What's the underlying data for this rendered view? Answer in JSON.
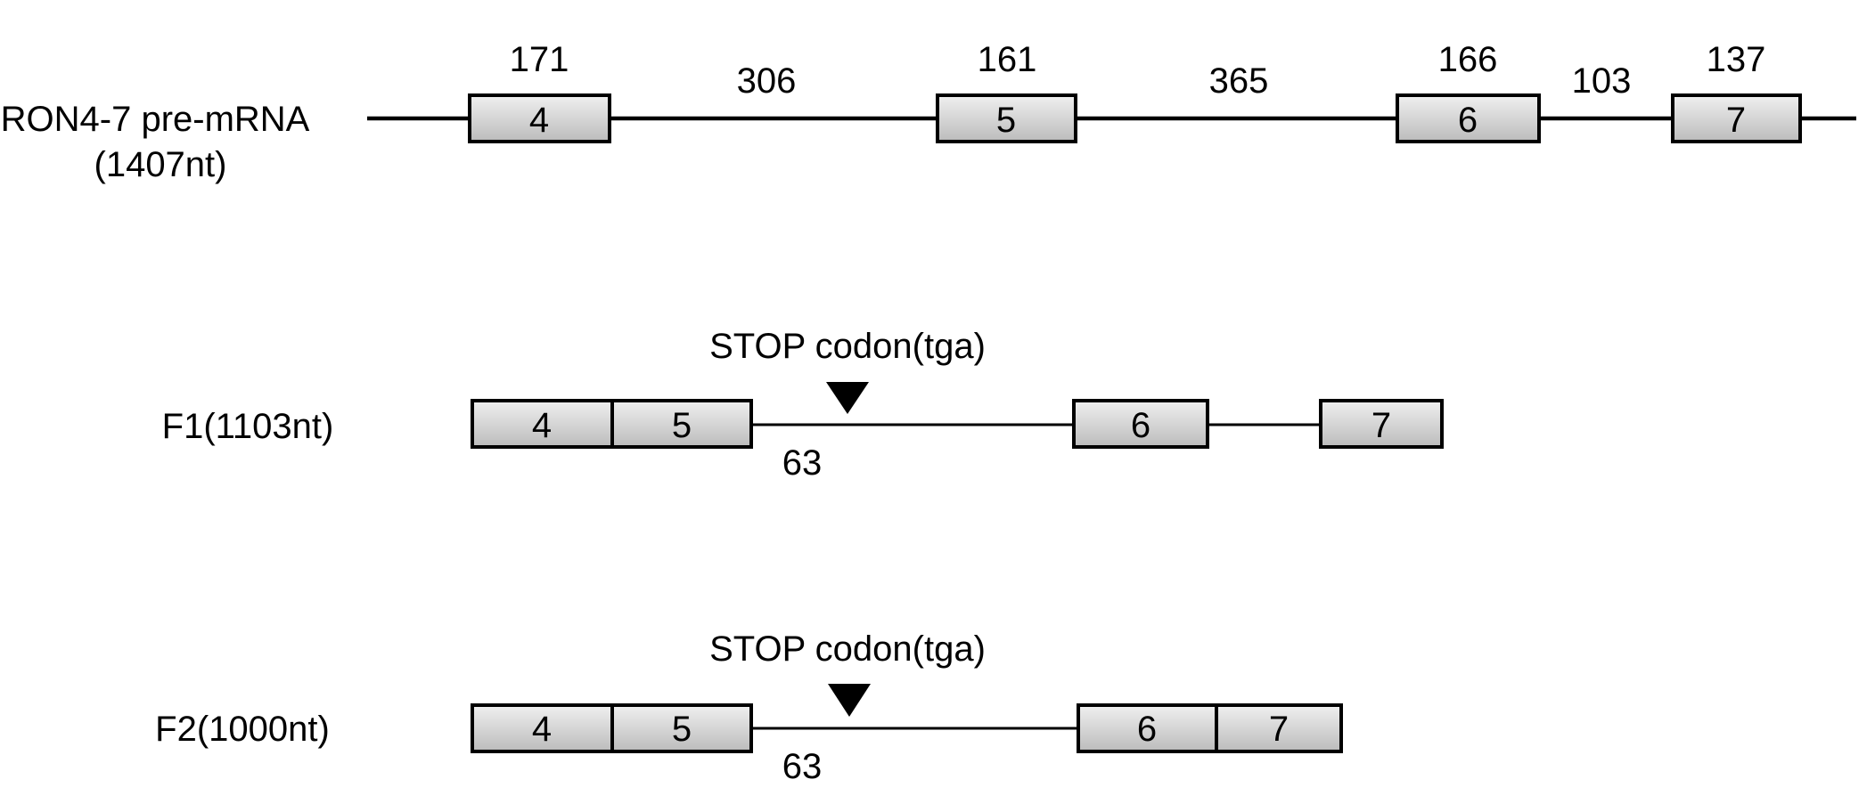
{
  "figure": {
    "background_color": "#ffffff",
    "text_color": "#000000",
    "box_border_color": "#000000",
    "box_fill_top": "#f0f0f0",
    "box_fill_bottom": "#bcbcbc",
    "line_color": "#000000",
    "stop_marker_icon": "filled-down-triangle"
  },
  "pre_mrna": {
    "label": "RON4-7 pre-mRNA",
    "length": "(1407nt)",
    "exon4": "4",
    "exon5": "5",
    "exon6": "6",
    "exon7": "7",
    "exon4_len": "171",
    "exon5_len": "161",
    "exon6_len": "166",
    "exon7_len": "137",
    "intron45_len": "306",
    "intron56_len": "365",
    "intron67_len": "103"
  },
  "f1": {
    "label": "F1(1103nt)",
    "stop_annotation": "STOP codon(tga)",
    "retained_intron_len": "63",
    "exon4": "4",
    "exon5": "5",
    "exon6": "6",
    "exon7": "7"
  },
  "f2": {
    "label": "F2(1000nt)",
    "stop_annotation": "STOP codon(tga)",
    "retained_intron_len": "63",
    "exon4": "4",
    "exon5": "5",
    "exon6": "6",
    "exon7": "7"
  }
}
